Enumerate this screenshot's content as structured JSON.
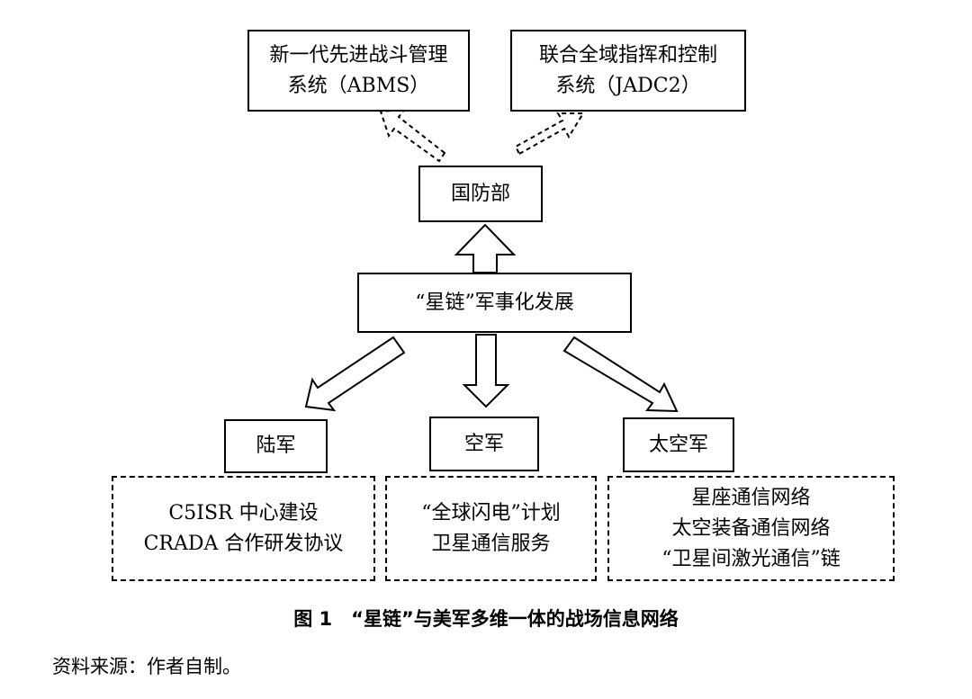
{
  "nodes": {
    "abms": {
      "line1": "新一代先进战斗管理",
      "line2": "系统（ABMS）"
    },
    "jadc2": {
      "line1": "联合全域指挥和控制",
      "line2": "系统（JADC2）"
    },
    "dod": "国防部",
    "center": "“星链”军事化发展",
    "army": "陆军",
    "airforce": "空军",
    "spaceforce": "太空军"
  },
  "details": {
    "army": [
      "C5ISR 中心建设",
      "CRADA 合作研发协议"
    ],
    "airforce": [
      "“全球闪电”计划",
      "卫星通信服务"
    ],
    "spaceforce": [
      "星座通信网络",
      "太空装备通信网络",
      "“卫星间激光通信”链"
    ]
  },
  "caption": "图 1　“星链”与美军多维一体的战场信息网络",
  "source": "资料来源：作者自制。"
}
